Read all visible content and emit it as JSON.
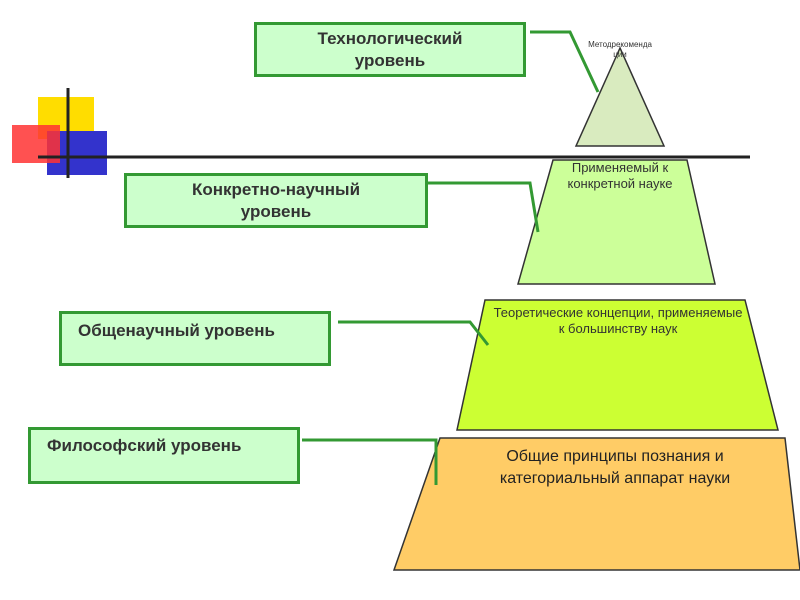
{
  "levels": [
    {
      "label_line1": "Технологический",
      "label_line2": "уровень"
    },
    {
      "label_line1": "Конкретно-научный",
      "label_line2": "уровень"
    },
    {
      "label_line1": "Общенаучный уровень",
      "label_line2": ""
    },
    {
      "label_line1": "Философский уровень",
      "label_line2": ""
    }
  ],
  "pyramid": {
    "tier1_line1": "Методрекоменда",
    "tier1_line2": "ции",
    "tier2_line1": "Применяемый к",
    "tier2_line2": "конкретной науке",
    "tier3_line1": "Теоретические концепции, применяемые",
    "tier3_line2": "к большинству наук",
    "tier4_line1": "Общие принципы познания и",
    "tier4_line2": "категориальный аппарат науки"
  },
  "colors": {
    "box_fill": "#ccffcc",
    "box_border": "#339933",
    "connector": "#339933",
    "tier1": "#d9ebbf",
    "tier2": "#ccff99",
    "tier3": "#ccff33",
    "tier4": "#ffcc66",
    "deco_yellow": "#ffdd00",
    "deco_red": "#ff3333",
    "deco_blue": "#3333cc"
  }
}
